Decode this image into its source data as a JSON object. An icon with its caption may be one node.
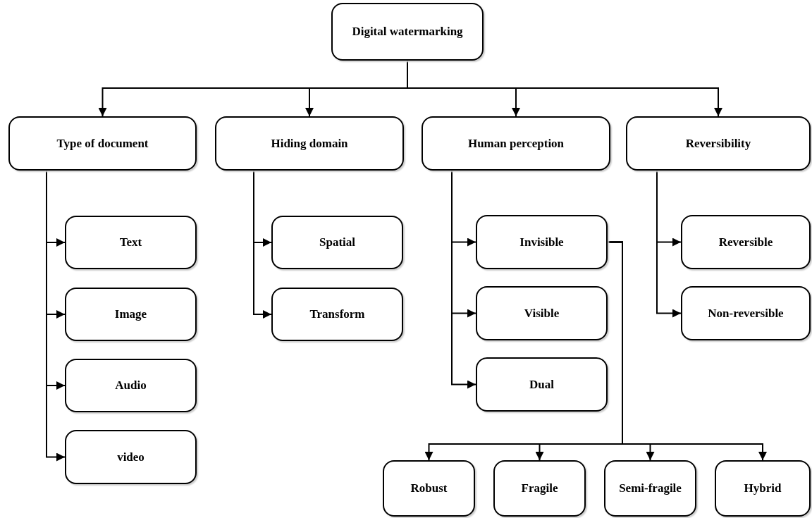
{
  "diagram": {
    "nodes": [
      {
        "text": [
          "Digital watermarking"
        ]
      },
      {
        "text": [
          "Type of document"
        ]
      },
      {
        "text": [
          "Hiding domain"
        ]
      },
      {
        "text": [
          "Human perception"
        ]
      },
      {
        "text": [
          "Reversibility"
        ]
      },
      {
        "text": [
          "Text"
        ]
      },
      {
        "text": [
          "Image"
        ]
      },
      {
        "text": [
          "Audio"
        ]
      },
      {
        "text": [
          "video"
        ]
      },
      {
        "text": [
          "Spatial"
        ]
      },
      {
        "text": [
          "Transform"
        ]
      },
      {
        "text": [
          "Invisible"
        ]
      },
      {
        "text": [
          "Visible"
        ]
      },
      {
        "text": [
          "Dual"
        ]
      },
      {
        "text": [
          "Reversible"
        ]
      },
      {
        "text": [
          "Non-reversible"
        ]
      },
      {
        "text": [
          "Robust"
        ]
      },
      {
        "text": [
          "Fragile"
        ]
      },
      {
        "text": [
          "Semi-fragile"
        ]
      },
      {
        "text": [
          "Hybrid"
        ]
      }
    ],
    "edges": [
      {
        "from": 0,
        "to": 1,
        "arrow": "to"
      },
      {
        "from": 0,
        "to": 2,
        "arrow": "to"
      },
      {
        "from": 0,
        "to": 3,
        "arrow": "to"
      },
      {
        "from": 0,
        "to": 4,
        "arrow": "to"
      },
      {
        "from": 1,
        "to": 5,
        "arrow": "to"
      },
      {
        "from": 1,
        "to": 6,
        "arrow": "to"
      },
      {
        "from": 1,
        "to": 7,
        "arrow": "to"
      },
      {
        "from": 1,
        "to": 8,
        "arrow": "to"
      },
      {
        "from": 2,
        "to": 9,
        "arrow": "to"
      },
      {
        "from": 2,
        "to": 10,
        "arrow": "to"
      },
      {
        "from": 3,
        "to": 11,
        "arrow": "to"
      },
      {
        "from": 3,
        "to": 12,
        "arrow": "to"
      },
      {
        "from": 3,
        "to": 13,
        "arrow": "to"
      },
      {
        "from": 4,
        "to": 14,
        "arrow": "to"
      },
      {
        "from": 4,
        "to": 15,
        "arrow": "to"
      },
      {
        "from": 11,
        "to": 16,
        "arrow": "to"
      },
      {
        "from": 11,
        "to": 17,
        "arrow": "to"
      },
      {
        "from": 11,
        "to": 18,
        "arrow": "to"
      },
      {
        "from": 11,
        "to": 19,
        "arrow": "to"
      }
    ]
  }
}
